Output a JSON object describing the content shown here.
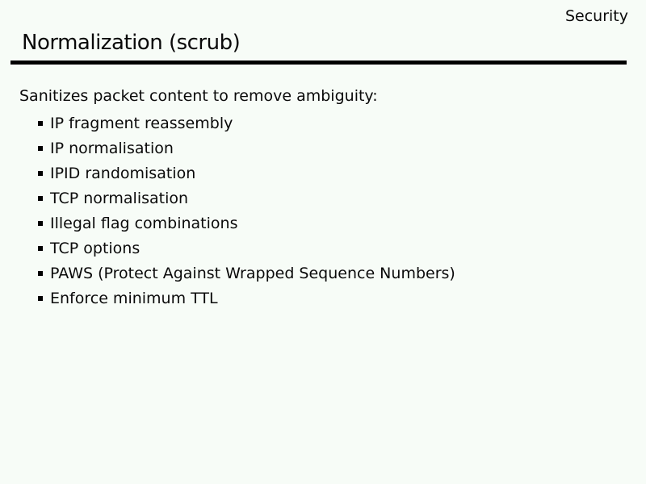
{
  "slide": {
    "corner_label": "Security",
    "title": "Normalization (scrub)",
    "intro": "Sanitizes packet content to remove ambiguity:",
    "bullets": [
      "IP fragment reassembly",
      "IP normalisation",
      "IPID randomisation",
      "TCP normalisation",
      "Illegal flag combinations",
      "TCP options",
      "PAWS (Protect Against Wrapped Sequence Numbers)",
      "Enforce minimum TTL"
    ],
    "colors": {
      "background": "#f7fcf7",
      "text": "#0a0a0a",
      "rule": "#000000"
    }
  }
}
